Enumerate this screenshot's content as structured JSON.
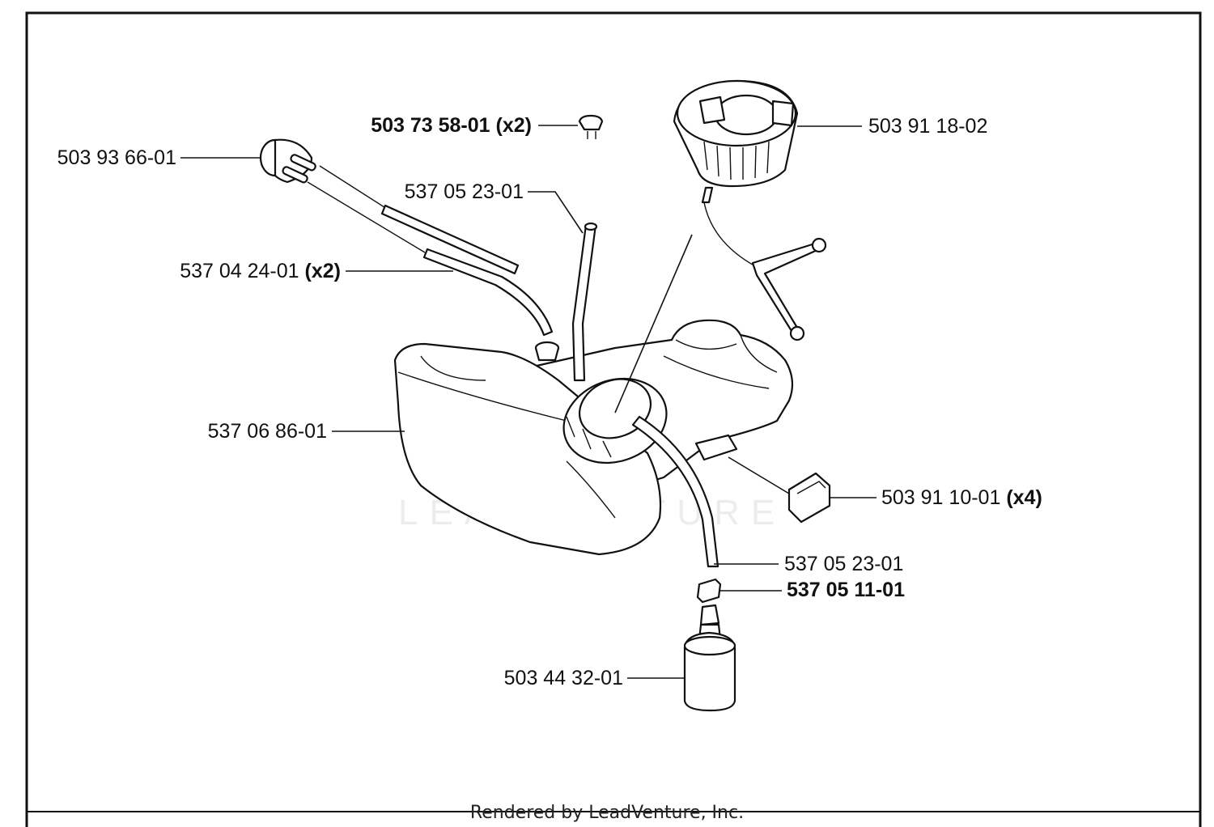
{
  "watermark": "LEADVENTURE",
  "footer": "Rendered by LeadVenture, Inc.",
  "labels": [
    {
      "id": "lbl-503-73-58-01",
      "part": "503 73 58-01",
      "qty": "(x2)",
      "bold_part": true,
      "bold_qty": true
    },
    {
      "id": "lbl-503-93-66-01",
      "part": "503 93 66-01",
      "qty": "",
      "bold_part": false,
      "bold_qty": false
    },
    {
      "id": "lbl-537-05-23-01-top",
      "part": "537 05 23-01",
      "qty": "",
      "bold_part": false,
      "bold_qty": false
    },
    {
      "id": "lbl-537-04-24-01",
      "part": "537 04 24-01",
      "qty": "(x2)",
      "bold_part": false,
      "bold_qty": true
    },
    {
      "id": "lbl-537-06-86-01",
      "part": "537 06 86-01",
      "qty": "",
      "bold_part": false,
      "bold_qty": false
    },
    {
      "id": "lbl-503-91-18-02",
      "part": "503 91 18-02",
      "qty": "",
      "bold_part": false,
      "bold_qty": false
    },
    {
      "id": "lbl-503-91-10-01",
      "part": "503 91 10-01",
      "qty": "(x4)",
      "bold_part": false,
      "bold_qty": true
    },
    {
      "id": "lbl-537-05-23-01-bottom",
      "part": "537 05 23-01",
      "qty": "",
      "bold_part": false,
      "bold_qty": false
    },
    {
      "id": "lbl-537-05-11-01",
      "part": "537 05 11-01",
      "qty": "",
      "bold_part": true,
      "bold_qty": false
    },
    {
      "id": "lbl-503-44-32-01",
      "part": "503 44 32-01",
      "qty": "",
      "bold_part": false,
      "bold_qty": false
    }
  ]
}
